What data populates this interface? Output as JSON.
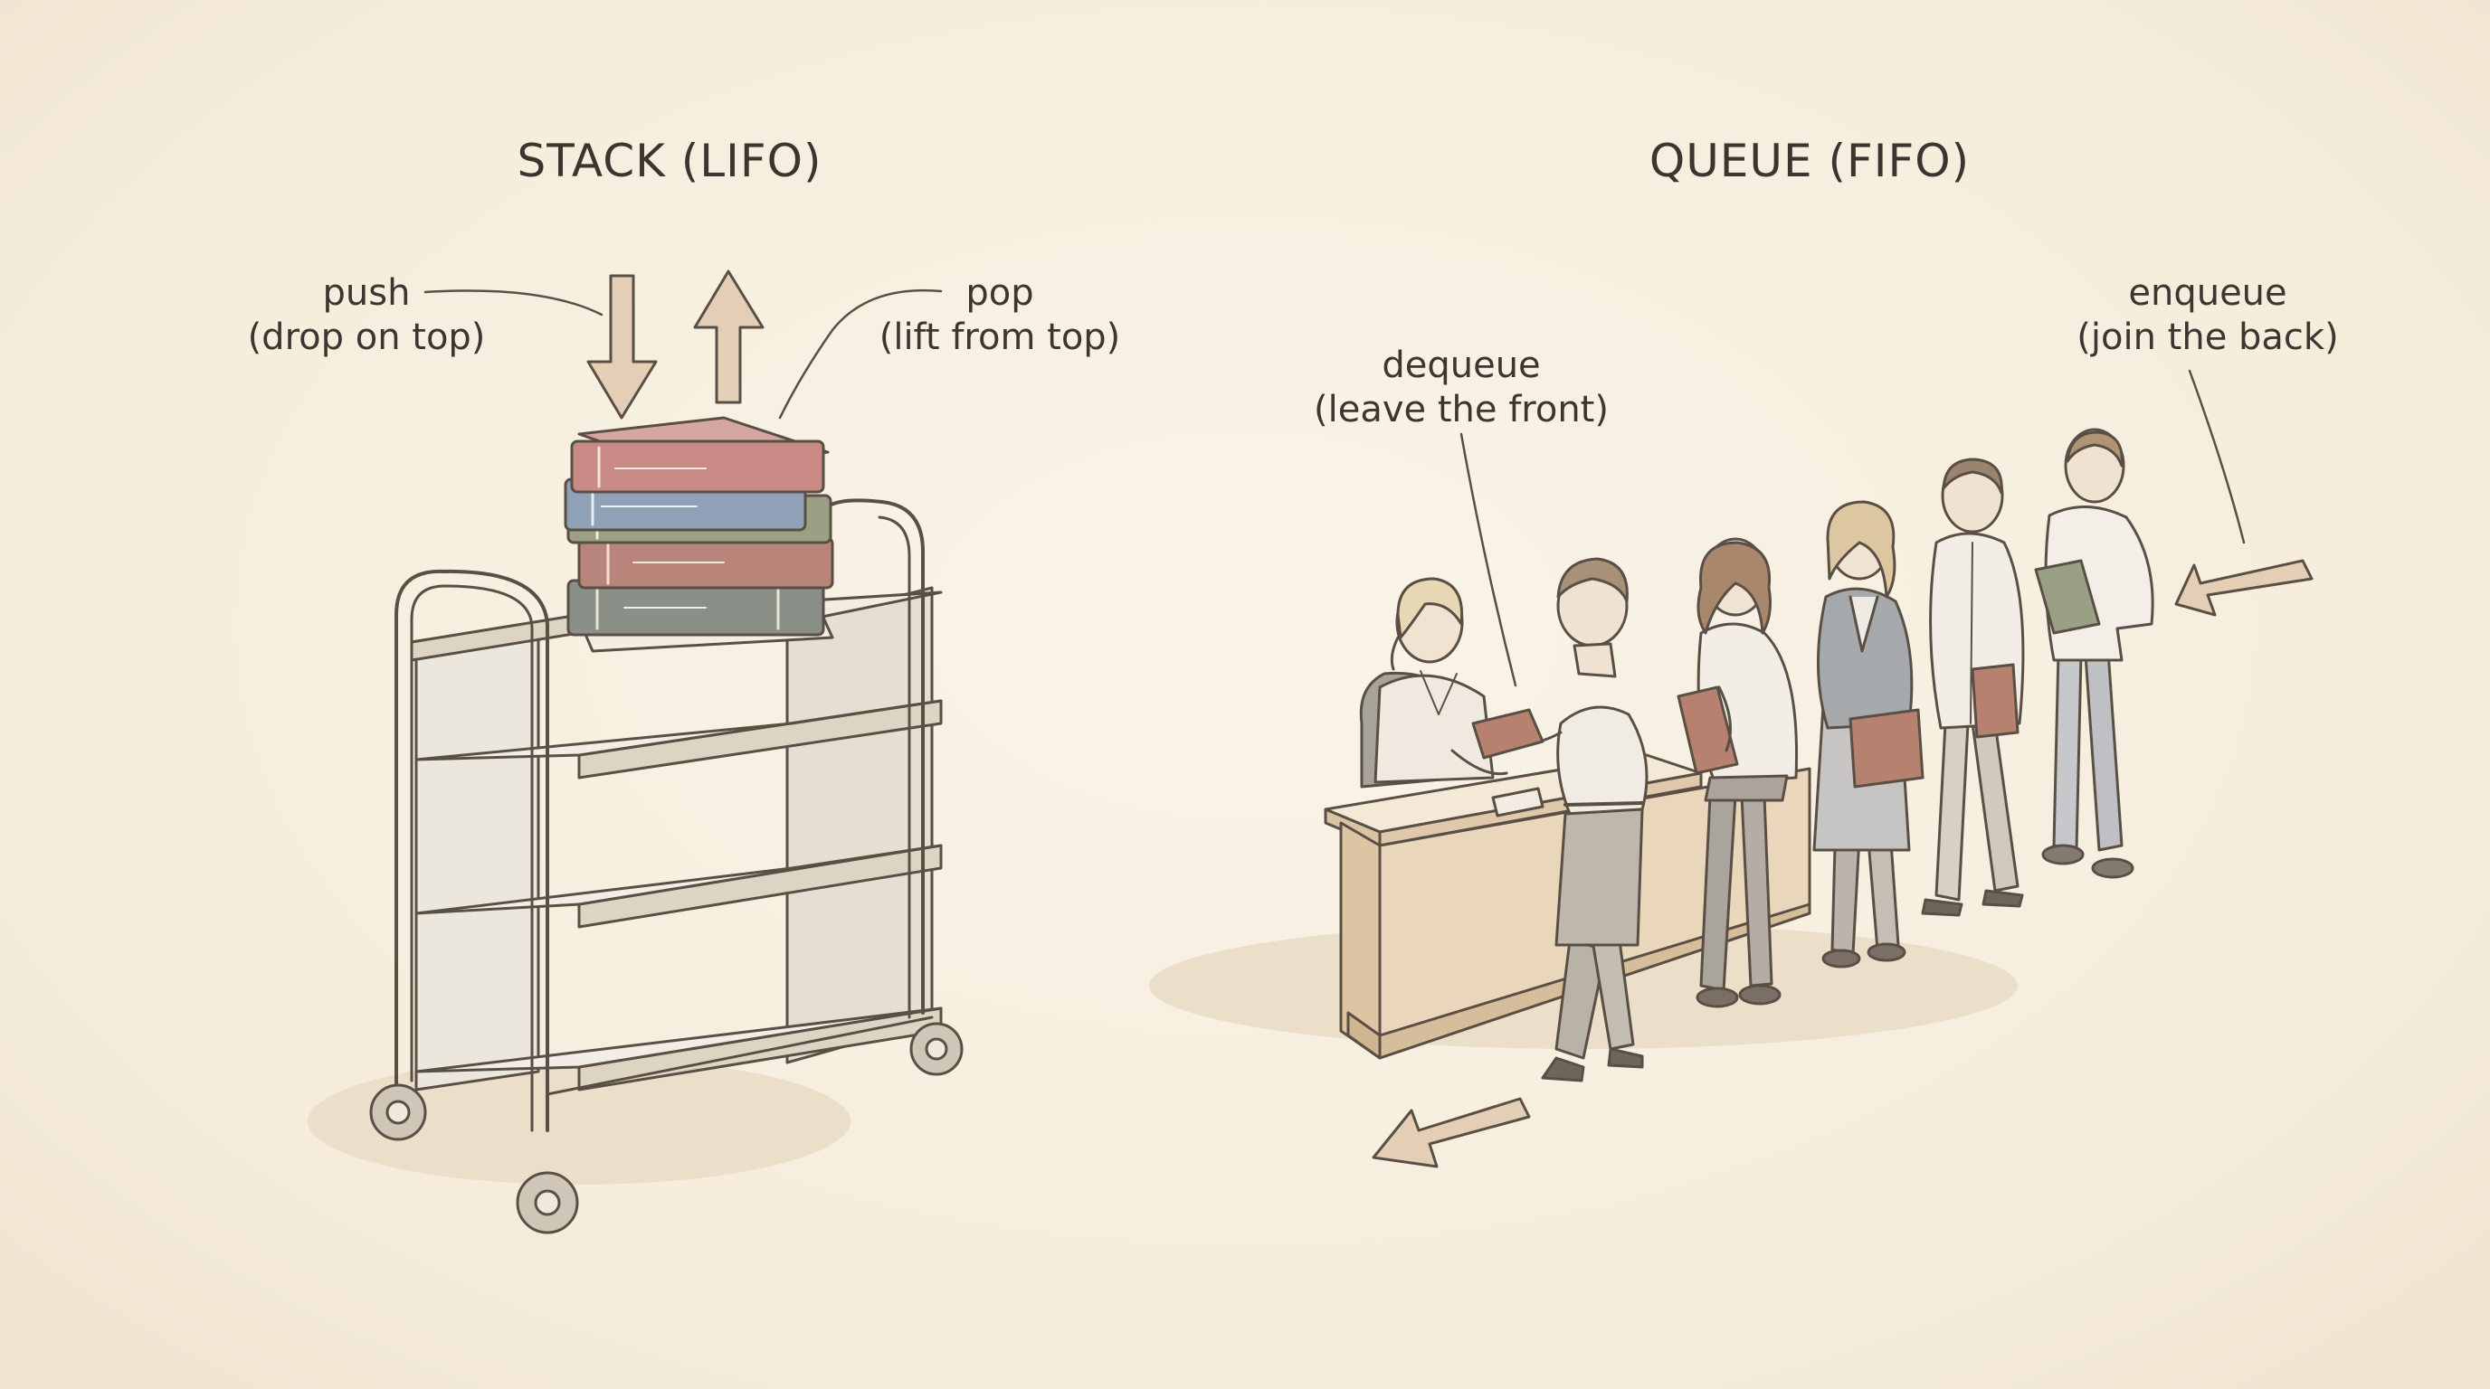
{
  "stack": {
    "title": "STACK (LIFO)",
    "push": {
      "name": "push",
      "desc": "(drop on top)"
    },
    "pop": {
      "name": "pop",
      "desc": "(lift from top)"
    }
  },
  "queue": {
    "title": "QUEUE (FIFO)",
    "enqueue": {
      "name": "enqueue",
      "desc": "(join the back)"
    },
    "dequeue": {
      "name": "dequeue",
      "desc": "(leave the front)"
    }
  },
  "colors": {
    "background": "#f7f0e3",
    "ink": "#5a4f45",
    "arrow_fill": "#e4cfb6",
    "cart": "#ece6da",
    "desk": "#e8d4b8",
    "book_red": "#c98a86",
    "book_blue": "#8fa0b7",
    "book_olive": "#9aa083",
    "book_rose": "#b98479",
    "book_gray": "#8a8f87"
  }
}
